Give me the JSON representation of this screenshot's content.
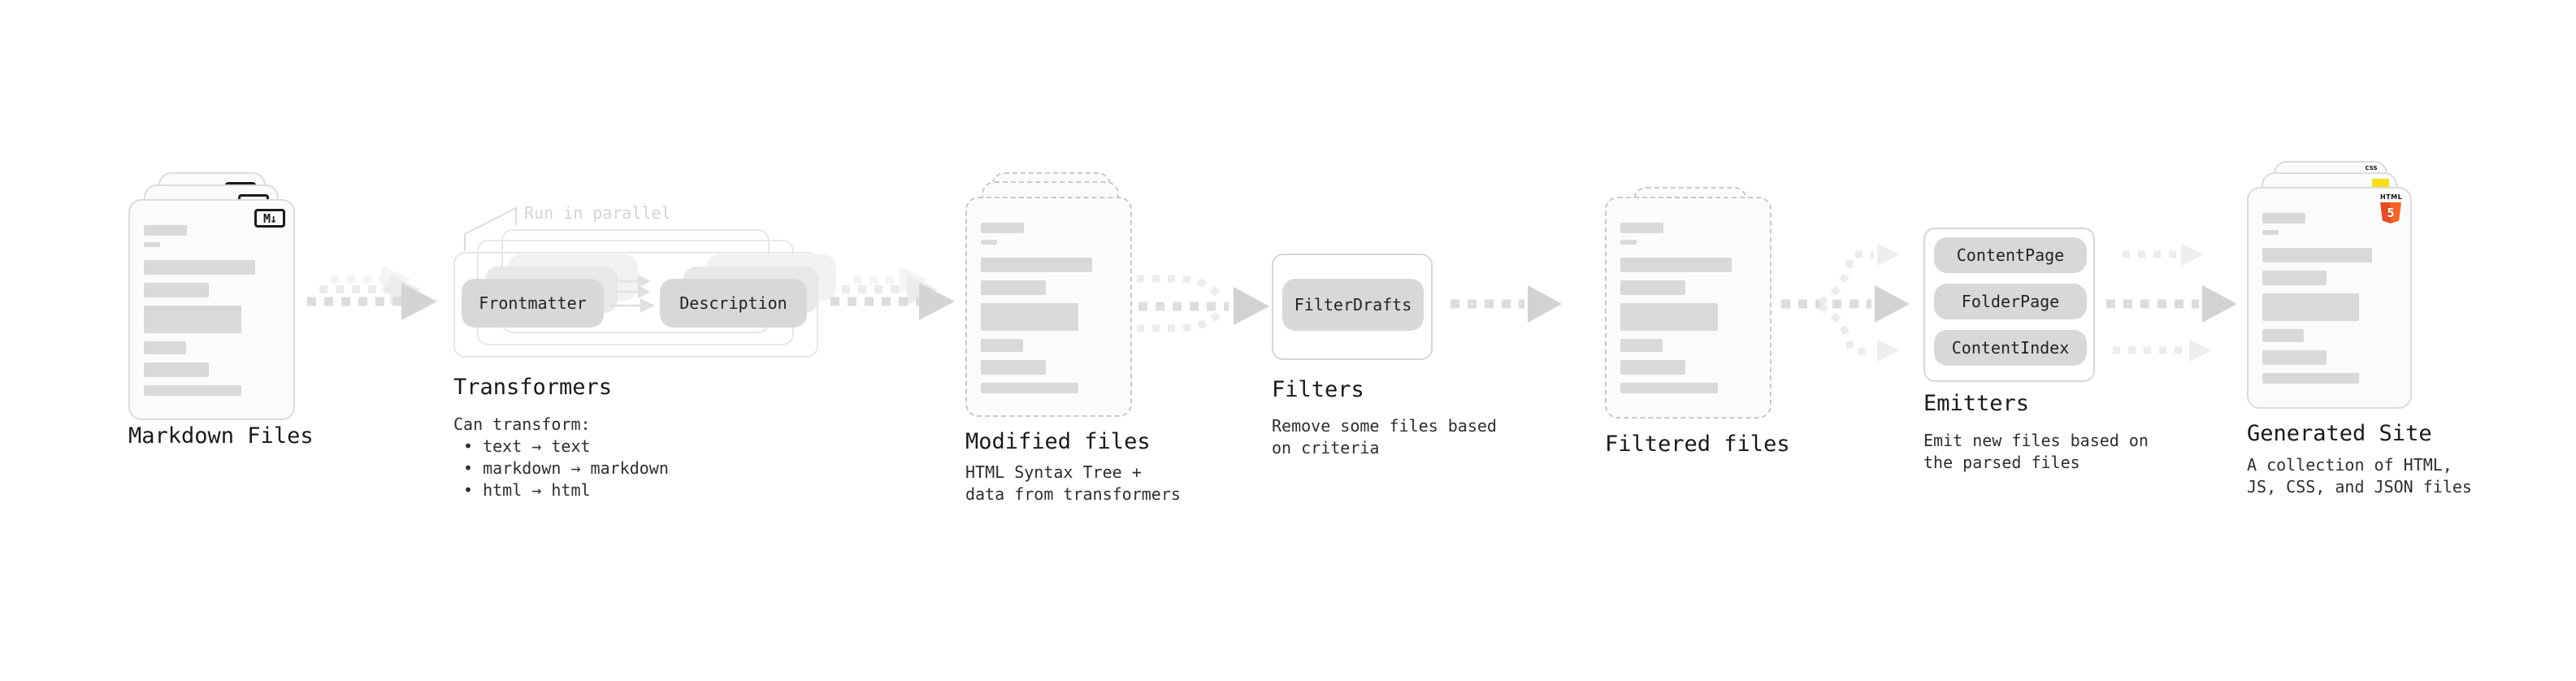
{
  "stages": {
    "markdown": {
      "title": "Markdown Files"
    },
    "transformers": {
      "title": "Transformers",
      "note": "Run in parallel",
      "pill_left": "Frontmatter",
      "pill_right": "Description",
      "body_heading": "Can transform:",
      "bullets": [
        "• text → text",
        "• markdown → markdown",
        "• html → html"
      ]
    },
    "modified": {
      "title": "Modified files",
      "subtitle": "HTML Syntax Tree +\ndata from transformers"
    },
    "filters": {
      "title": "Filters",
      "pill": "FilterDrafts",
      "subtitle": "Remove some files based\non criteria"
    },
    "filtered": {
      "title": "Filtered files"
    },
    "emitters": {
      "title": "Emitters",
      "pills": [
        "ContentPage",
        "FolderPage",
        "ContentIndex"
      ],
      "subtitle": "Emit new files based on\nthe parsed files"
    },
    "generated": {
      "title": "Generated Site",
      "subtitle": "A collection of HTML,\nJS, CSS, and JSON files"
    }
  },
  "icons": {
    "markdown_badge": "M↓",
    "html5_word": "HTML",
    "html5_number": "5",
    "css_word": "CSS"
  },
  "colors": {
    "html5_orange": "#e44d26",
    "html5_orange_light": "#f16529",
    "js_yellow": "#f5de19",
    "css_blue": "#2b63f0"
  }
}
